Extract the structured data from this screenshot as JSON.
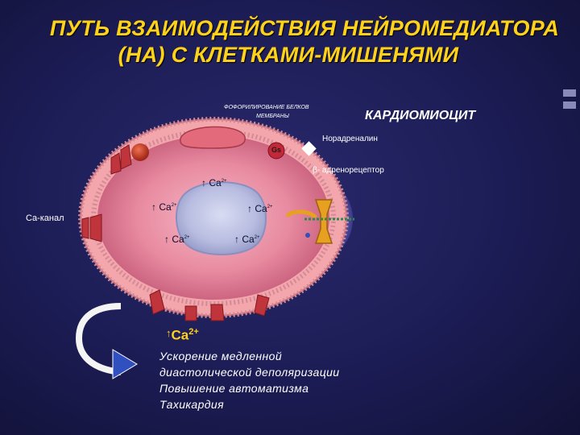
{
  "title": {
    "line1": "ПУТЬ ВЗАИМОДЕЙСТВИЯ НЕЙРОМЕДИАТОРА",
    "line2": "(НА) С КЛЕТКАМИ-МИШЕНЯМИ"
  },
  "labels": {
    "phosphorylation_line1": "ФОФОРИЛИРОВАНИЕ БЕЛКОВ",
    "phosphorylation_line2": "МЕМБРАНЫ",
    "cell_type": "КАРДИОМИОЦИТ",
    "noradrenaline": "Норадреналин",
    "gs_protein": "Gs",
    "beta_receptor": "β- адренорецептор",
    "ca_channel": "Ca-канал"
  },
  "calcium": {
    "symbol": "Ca",
    "charge": "2+",
    "arrow": "↑"
  },
  "outcomes": [
    "Ускорение медленной",
    "диастолической деполяризации",
    "Повышение автоматизма",
    "Тахикардия"
  ],
  "colors": {
    "title": "#ffd21a",
    "background": "#1b1b4e",
    "cytoplasm": "#e4889c",
    "membrane": "#f0a0a8",
    "channel": "#c0343c",
    "receptor": "#e8a020",
    "arrow": "#3050c0"
  }
}
